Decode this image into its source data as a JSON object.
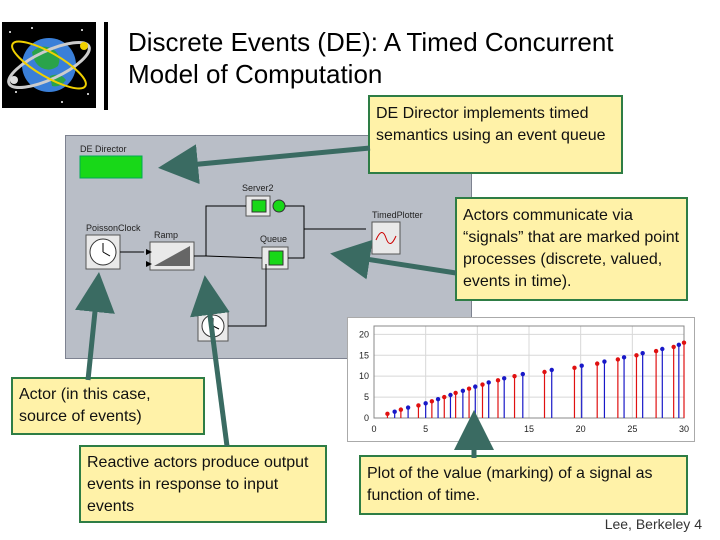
{
  "slide": {
    "title_line1": "Discrete Events (DE): A Timed Concurrent",
    "title_line2": "Model of Computation",
    "footer": "Lee, Berkeley 4"
  },
  "diagram": {
    "director_label": "DE Director",
    "actors": {
      "poisson": "PoissonClock",
      "ramp": "Ramp",
      "server": "Server2",
      "queue": "Queue",
      "plotter": "TimedPlotter",
      "clock": "Clock"
    }
  },
  "callouts": {
    "director": "DE Director implements timed semantics using an event queue",
    "signals": "Actors communicate via “signals” that are marked point processes (discrete, valued, events in time).",
    "source": "Actor (in this case, source of events)",
    "reactive": "Reactive actors produce output events in response to input events",
    "plot": "Plot of the value (marking) of a signal as function of time."
  },
  "colors": {
    "callout_bg": "#fff2a8",
    "callout_border": "#2e7d45",
    "arrow": "#3a6b62",
    "director_green": "#18d818",
    "series_red": "#e01010",
    "series_blue": "#1818c8"
  },
  "chart_data": {
    "type": "scatter",
    "style": "stem",
    "xlim": [
      0,
      30
    ],
    "ylim": [
      0,
      22
    ],
    "x_ticks": [
      0,
      5,
      10,
      15,
      20,
      25,
      30
    ],
    "y_ticks": [
      0,
      5,
      10,
      15,
      20
    ],
    "grid": true,
    "series": [
      {
        "color": "red",
        "x": [
          1.3,
          2.6,
          4.3,
          5.6,
          6.8,
          7.9,
          9.2,
          10.5,
          12.0,
          13.6,
          16.5,
          19.4,
          21.6,
          23.6,
          25.4,
          27.3,
          29.0,
          30.0
        ],
        "y": [
          1,
          2,
          3,
          4,
          5,
          6,
          7,
          8,
          9,
          10,
          11,
          12,
          13,
          14,
          15,
          16,
          17,
          18
        ]
      },
      {
        "color": "blue",
        "x": [
          2.0,
          3.3,
          5.0,
          6.2,
          7.4,
          8.6,
          9.8,
          11.1,
          12.6,
          14.4,
          17.2,
          20.1,
          22.3,
          24.2,
          26.0,
          27.9,
          29.5
        ],
        "y": [
          1.5,
          2.5,
          3.5,
          4.5,
          5.5,
          6.5,
          7.5,
          8.5,
          9.5,
          10.5,
          11.5,
          12.5,
          13.5,
          14.5,
          15.5,
          16.5,
          17.5
        ]
      }
    ]
  }
}
